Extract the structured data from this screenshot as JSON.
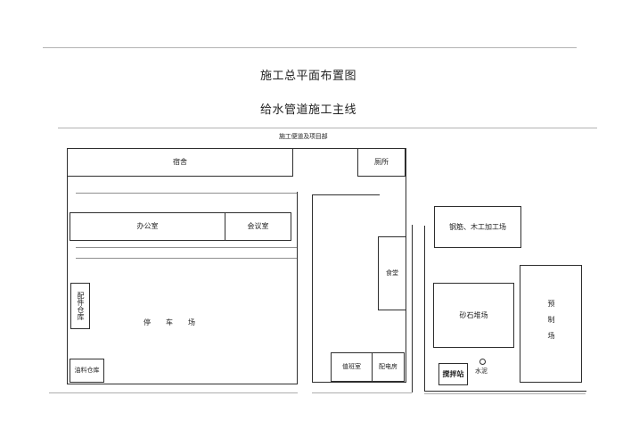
{
  "document": {
    "title": "施工总平面布置图",
    "subtitle": "给水管道施工主线"
  },
  "diagram": {
    "top_label": "施工便道及项目部",
    "rooms": {
      "dormitory": "宿舍",
      "toilet": "厕所",
      "office": "办公室",
      "meeting_room": "会议室",
      "canteen": "食堂",
      "parts_warehouse": "配件仓库",
      "parking_lot": "停车场",
      "fuel_warehouse": "油料仓库",
      "duty_room": "值班室",
      "power_distribution_room": "配电房",
      "rebar_carpentry_workshop": "钢筋、木工加工场",
      "sand_gravel_yard": "砂石堆场",
      "precast_yard": "预制场",
      "mixing_station": "搅拌站",
      "cement": "水泥"
    },
    "line_color": "#2e2e2e",
    "rule_color": "#b3b3b3"
  }
}
